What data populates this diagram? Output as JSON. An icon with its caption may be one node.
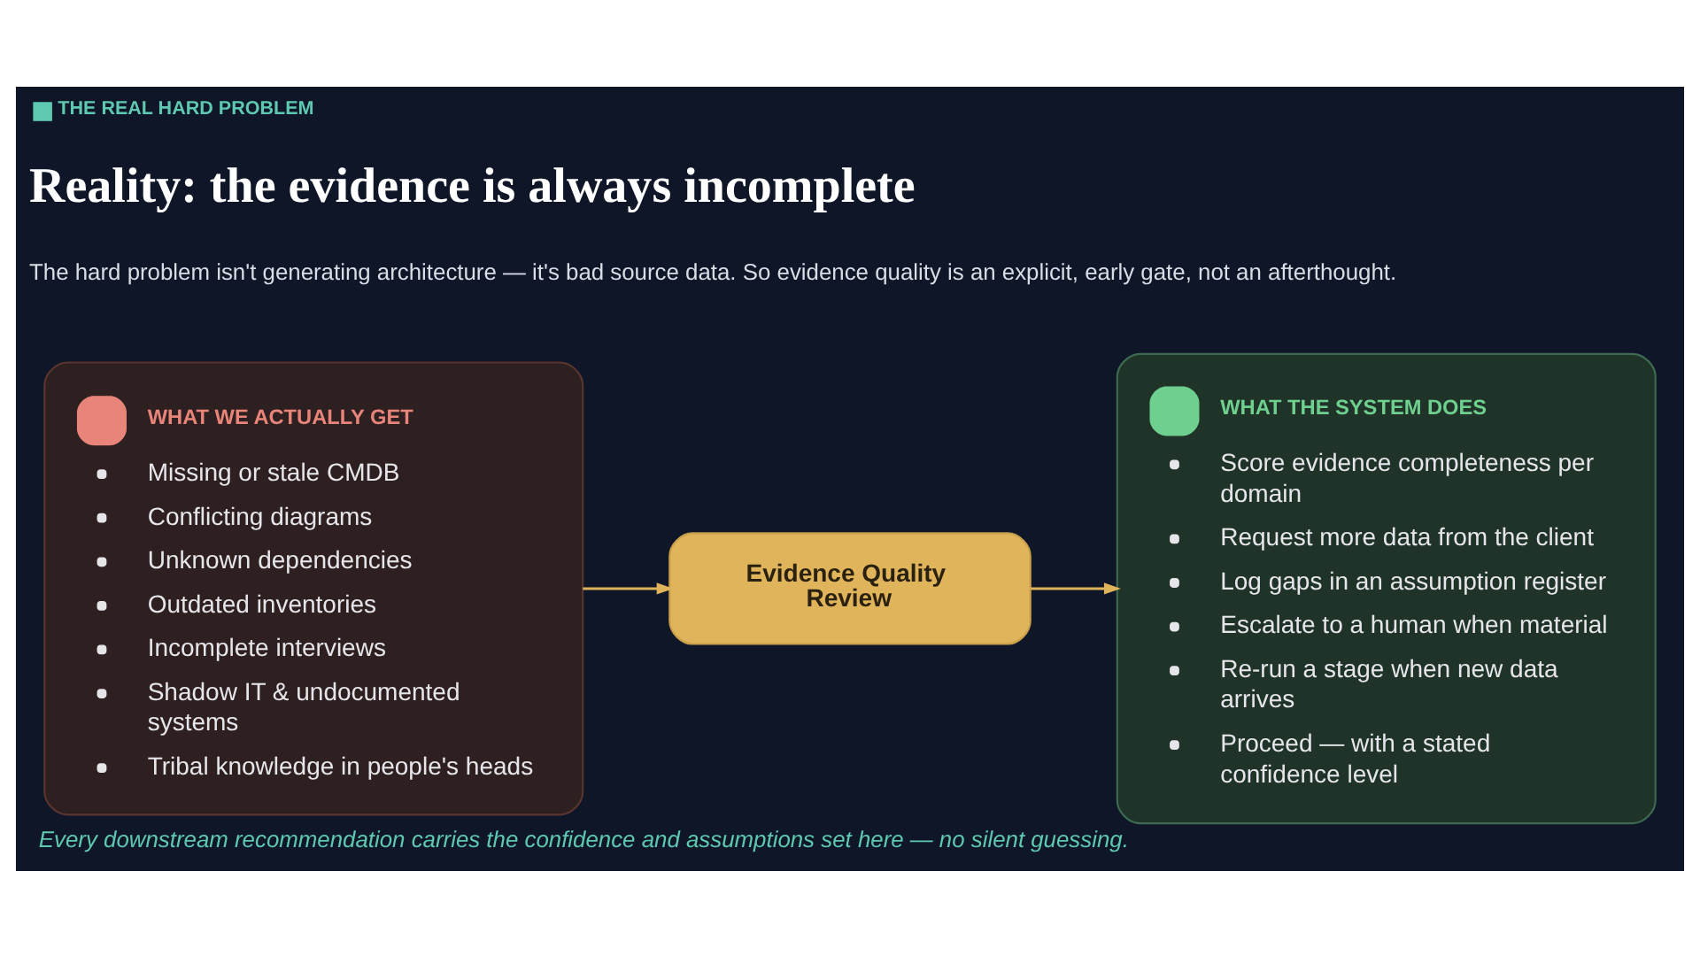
{
  "diagram": {
    "title": "Reality: the evidence is always incomplete",
    "caption": "Every downstream recommendation carries the confidence and assumptions set here — no silent guessing.",
    "nodes": [
      {
        "text": [
          "WHAT WE ACTUALLY GET",
          "Missing or stale CMDB",
          "Conflicting diagrams",
          "Unknown dependencies",
          "Outdated inventories",
          "Incomplete interviews",
          "Shadow IT & undocumented systems",
          "Tribal knowledge in people's heads"
        ]
      },
      {
        "text": [
          "Evidence Quality Review"
        ]
      },
      {
        "text": [
          "WHAT THE SYSTEM DOES",
          "Score evidence completeness per domain",
          "Request more data from the client",
          "Log gaps in an assumption register",
          "Escalate to a human when material",
          "Re-run a stage when new data arrives",
          "Proceed — with a stated confidence level"
        ]
      }
    ],
    "edges": [
      {
        "from": 0,
        "to": 1,
        "arrow": "to"
      },
      {
        "from": 1,
        "to": 2,
        "arrow": "to"
      }
    ],
    "labels": [
      "THE REAL HARD PROBLEM",
      "The hard problem isn't generating architecture — it's bad source data. So evidence quality is an explicit, early gate, not an afterthought."
    ]
  }
}
